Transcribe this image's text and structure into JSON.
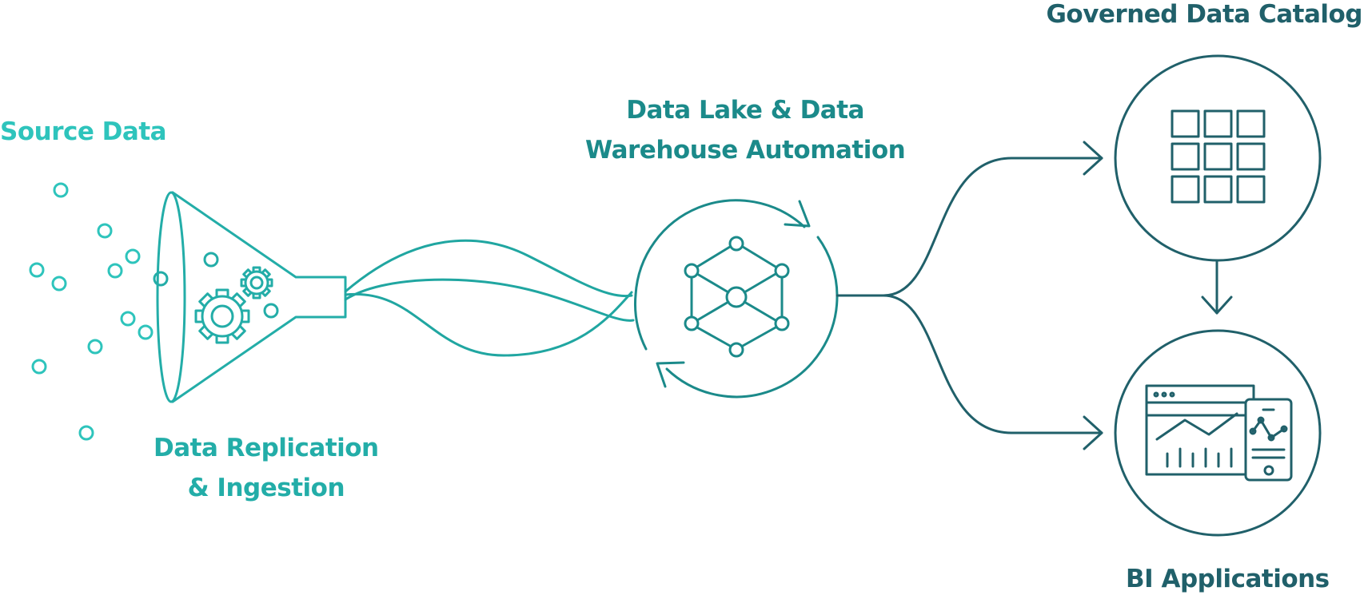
{
  "colors": {
    "source": "#2ec4bc",
    "replication": "#23ada8",
    "lake": "#1b8a8a",
    "outputs": "#20606a"
  },
  "labels": {
    "source_data": "Source Data",
    "replication_line1": "Data Replication",
    "replication_line2": "& Ingestion",
    "lake_line1": "Data Lake & Data",
    "lake_line2": "Warehouse Automation",
    "catalog": "Governed Data Catalog",
    "bi": "BI Applications"
  },
  "icons": {
    "source": "data-dots-icon",
    "funnel": "funnel-icon",
    "gears": "gears-icon",
    "cycle": "refresh-cycle-icon",
    "hexagon": "hexagon-network-icon",
    "catalog": "grid-catalog-icon",
    "bi": "dashboard-devices-icon"
  }
}
